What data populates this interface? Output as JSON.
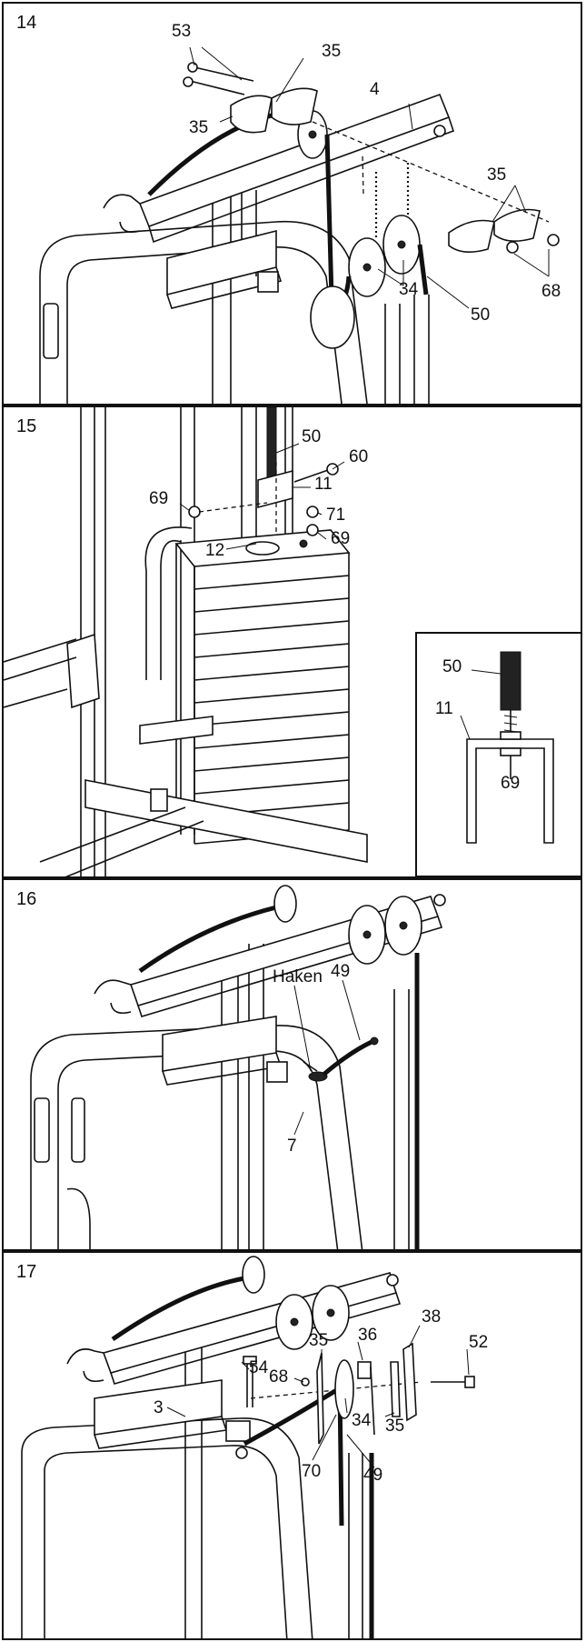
{
  "steps": [
    {
      "number": "14",
      "labels": [
        "53",
        "35",
        "35",
        "4",
        "35",
        "34",
        "50",
        "68"
      ]
    },
    {
      "number": "15",
      "labels": [
        "50",
        "60",
        "11",
        "69",
        "71",
        "69",
        "12"
      ],
      "inset_labels": [
        "50",
        "11",
        "69"
      ]
    },
    {
      "number": "16",
      "labels": [
        "Haken",
        "49",
        "7"
      ]
    },
    {
      "number": "17",
      "labels": [
        "54",
        "35",
        "36",
        "38",
        "52",
        "68",
        "34",
        "35",
        "70",
        "49",
        "3"
      ]
    }
  ]
}
